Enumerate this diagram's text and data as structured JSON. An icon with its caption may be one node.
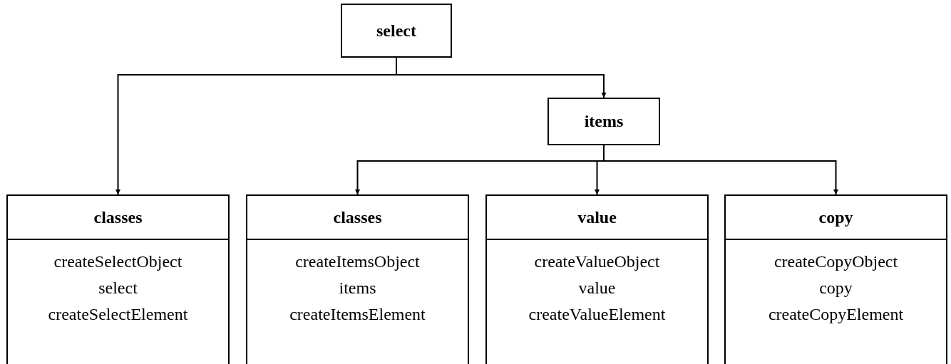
{
  "diagram": {
    "nodes": [
      {
        "text": [
          "select"
        ]
      },
      {
        "text": [
          "items"
        ]
      },
      {
        "text": [
          "classes",
          "createSelectObject",
          "select",
          "createSelectElement"
        ]
      },
      {
        "text": [
          "classes",
          "createItemsObject",
          "items",
          "createItemsElement"
        ]
      },
      {
        "text": [
          "value",
          "createValueObject",
          "value",
          "createValueElement"
        ]
      },
      {
        "text": [
          "copy",
          "createCopyObject",
          "copy",
          "createCopyElement"
        ]
      }
    ],
    "edges": [
      {
        "from": 0,
        "to": 2,
        "arrow": "to"
      },
      {
        "from": 0,
        "to": 1,
        "arrow": "to"
      },
      {
        "from": 1,
        "to": 3,
        "arrow": "to"
      },
      {
        "from": 1,
        "to": 4,
        "arrow": "to"
      },
      {
        "from": 1,
        "to": 5,
        "arrow": "to"
      }
    ]
  }
}
